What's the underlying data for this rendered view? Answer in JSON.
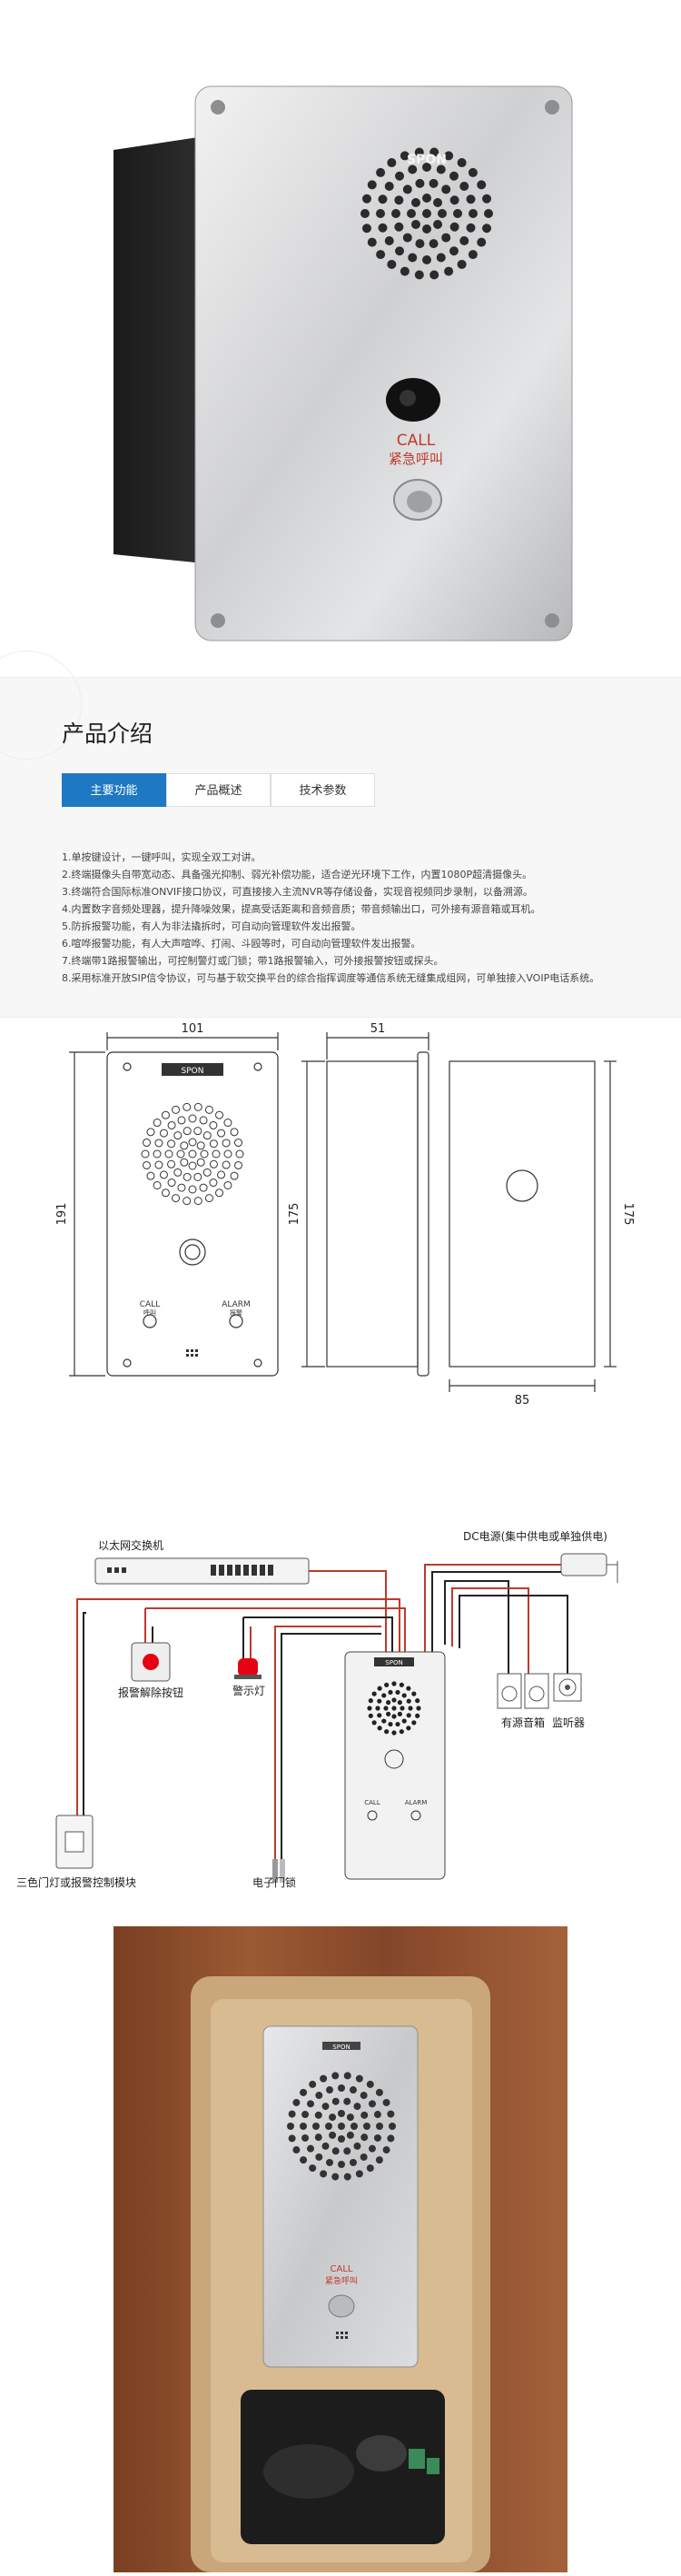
{
  "hero": {
    "brand_logo": "SPON",
    "call_en": "CALL",
    "call_cn": "紧急呼叫"
  },
  "intro": {
    "title": "产品介绍",
    "tabs": [
      {
        "label": "主要功能",
        "active": true
      },
      {
        "label": "产品概述",
        "active": false
      },
      {
        "label": "技术参数",
        "active": false
      }
    ],
    "features": [
      "1.单按键设计，一键呼叫，实现全双工对讲。",
      "2.终端摄像头自带宽动态、具备强光抑制、弱光补偿功能，适合逆光环境下工作，内置1080P超清摄像头。",
      "3.终端符合国际标准ONVIF接口协议，可直接接入主流NVR等存储设备，实现音视频同步录制，以备溯源。",
      "4.内置数字音频处理器，提升降噪效果，提高受话距离和音频音质；带音频输出口，可外接有源音箱或耳机。",
      "5.防拆报警功能，有人为非法撬拆时，可自动向管理软件发出报警。",
      "6.喧哗报警功能，有人大声喧哗、打闹、斗殴等时，可自动向管理软件发出报警。",
      "7.终端带1路报警输出，可控制警灯或门锁；带1路报警输入，可外接报警按钮或探头。",
      "8.采用标准开放SIP信令协议，可与基于软交换平台的综合指挥调度等通信系统无缝集成组网，可单独接入VOIP电话系统。"
    ],
    "accent_color": "#1e78c2"
  },
  "dims": {
    "width_front": "101",
    "height_front": "191",
    "height_inner": "175",
    "depth_side": "51",
    "back_height": "175",
    "back_width": "85",
    "front_logo": "SPON",
    "call_label": "CALL",
    "call_cn": "呼叫",
    "alarm_label": "ALARM",
    "alarm_cn": "报警"
  },
  "wiring": {
    "switch_label": "以太网交换机",
    "dc_label": "DC电源(集中供电或单独供电)",
    "alarm_release_label": "报警解除按钮",
    "warning_light_label": "警示灯",
    "speaker_label": "有源音箱",
    "monitor_label": "监听器",
    "door_lock_label": "电子门锁",
    "tricolor_label": "三色门灯或报警控制模块",
    "device_logo": "SPON",
    "call_label": "CALL",
    "alarm_label": "ALARM"
  },
  "pack": {
    "device_logo": "SPON",
    "call_en": "CALL",
    "call_cn": "紧急呼叫"
  }
}
